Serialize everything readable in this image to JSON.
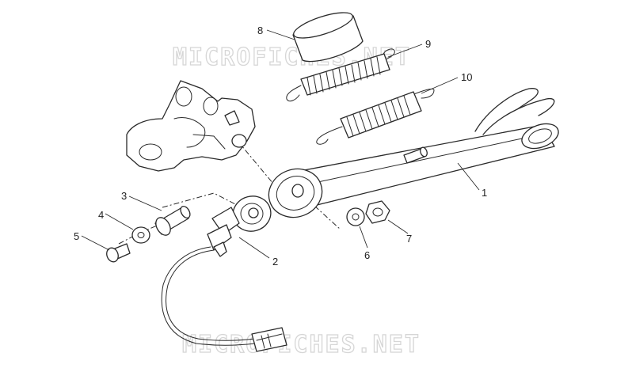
{
  "watermarks": [
    "MICROFICHES.NET",
    "MICROFICHES.NET"
  ],
  "callouts": [
    {
      "id": "1",
      "label": "1"
    },
    {
      "id": "2",
      "label": "2"
    },
    {
      "id": "3",
      "label": "3"
    },
    {
      "id": "4",
      "label": "4"
    },
    {
      "id": "5",
      "label": "5"
    },
    {
      "id": "6",
      "label": "6"
    },
    {
      "id": "7",
      "label": "7"
    },
    {
      "id": "8",
      "label": "8"
    },
    {
      "id": "9",
      "label": "9"
    },
    {
      "id": "10",
      "label": "10"
    }
  ],
  "colors": {
    "ink": "#2a2a2a",
    "watermark": "#d6d6d6",
    "background": "#ffffff"
  }
}
